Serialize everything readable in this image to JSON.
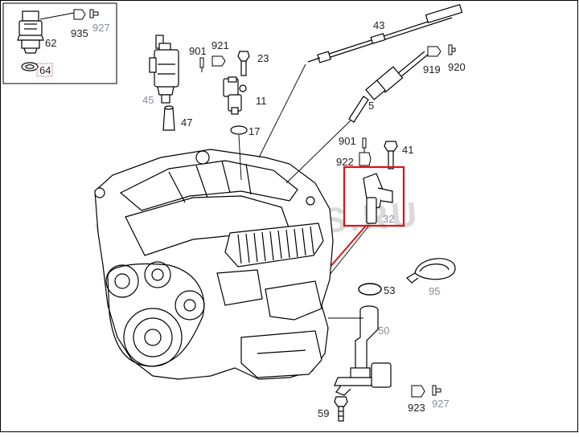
{
  "frame_color": "#000000",
  "highlight_color": "#e01010",
  "watermark": "WWW.PARTS.RU",
  "icons": {
    "inset": "pressure-sensor-icon",
    "engine": "engine-block-icon"
  },
  "callouts": [
    {
      "id": "c62",
      "text": "62",
      "style": "dark"
    },
    {
      "id": "c935",
      "text": "935",
      "style": "dark"
    },
    {
      "id": "c927a",
      "text": "927",
      "style": "gray"
    },
    {
      "id": "c64",
      "text": "64",
      "style": "boxed"
    },
    {
      "id": "c45",
      "text": "45",
      "style": "gray"
    },
    {
      "id": "c47",
      "text": "47",
      "style": "dark"
    },
    {
      "id": "c901a",
      "text": "901",
      "style": "dark"
    },
    {
      "id": "c921",
      "text": "921",
      "style": "dark"
    },
    {
      "id": "c23",
      "text": "23",
      "style": "dark"
    },
    {
      "id": "c11",
      "text": "11",
      "style": "dark"
    },
    {
      "id": "c17",
      "text": "17",
      "style": "dark"
    },
    {
      "id": "c43",
      "text": "43",
      "style": "dark"
    },
    {
      "id": "c919",
      "text": "919",
      "style": "dark"
    },
    {
      "id": "c920",
      "text": "920",
      "style": "dark"
    },
    {
      "id": "c5",
      "text": "5",
      "style": "dark"
    },
    {
      "id": "c901b",
      "text": "901",
      "style": "dark"
    },
    {
      "id": "c922",
      "text": "922",
      "style": "dark"
    },
    {
      "id": "c41",
      "text": "41",
      "style": "dark"
    },
    {
      "id": "c32",
      "text": "32",
      "style": "gray"
    },
    {
      "id": "c53",
      "text": "53",
      "style": "dark"
    },
    {
      "id": "c95",
      "text": "95",
      "style": "gray"
    },
    {
      "id": "c50",
      "text": "50",
      "style": "gray"
    },
    {
      "id": "c923",
      "text": "923",
      "style": "dark"
    },
    {
      "id": "c927b",
      "text": "927",
      "style": "gray"
    },
    {
      "id": "c59",
      "text": "59",
      "style": "dark"
    }
  ]
}
